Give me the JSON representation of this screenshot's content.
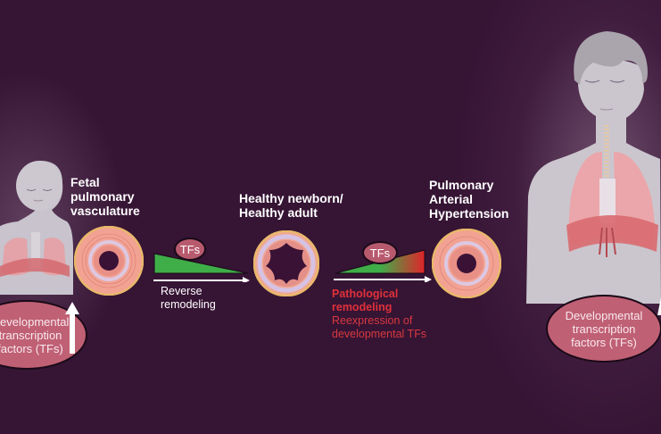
{
  "stages": [
    {
      "id": "fetal",
      "title": [
        "Fetal",
        "pulmonary",
        "vasculature"
      ]
    },
    {
      "id": "healthy",
      "title": [
        "Healthy newborn/",
        "Healthy adult"
      ]
    },
    {
      "id": "pah",
      "title": [
        "Pulmonary",
        "Arterial",
        "Hypertension"
      ]
    }
  ],
  "transitions": {
    "reverse": {
      "badge": "TFs",
      "label": [
        "Reverse",
        "remodeling"
      ],
      "color": "#3fae49"
    },
    "pathological": {
      "badge": "TFs",
      "label_bold": [
        "Pathological",
        "remodeling"
      ],
      "label": [
        "Reexpression of",
        "developmental TFs"
      ],
      "color_start": "#3fae49",
      "color_end": "#e0242a"
    }
  },
  "left_callout": {
    "lines": [
      "Developmental",
      "transcription",
      "factors (TFs)"
    ],
    "arrow": "up-arrow"
  },
  "right_callout": {
    "lines": [
      "Developmental",
      "transcription",
      "factors (TFs)"
    ],
    "arrow": "up-arrow"
  },
  "figures": {
    "left": "infant-figure",
    "right": "adult-figure"
  },
  "colors": {
    "background": "#361434",
    "ellipse": "#c06074",
    "vessel_outer": "#e9b86a",
    "vessel_media": "#f0a090",
    "vessel_elastic": "#d9c4e0"
  }
}
